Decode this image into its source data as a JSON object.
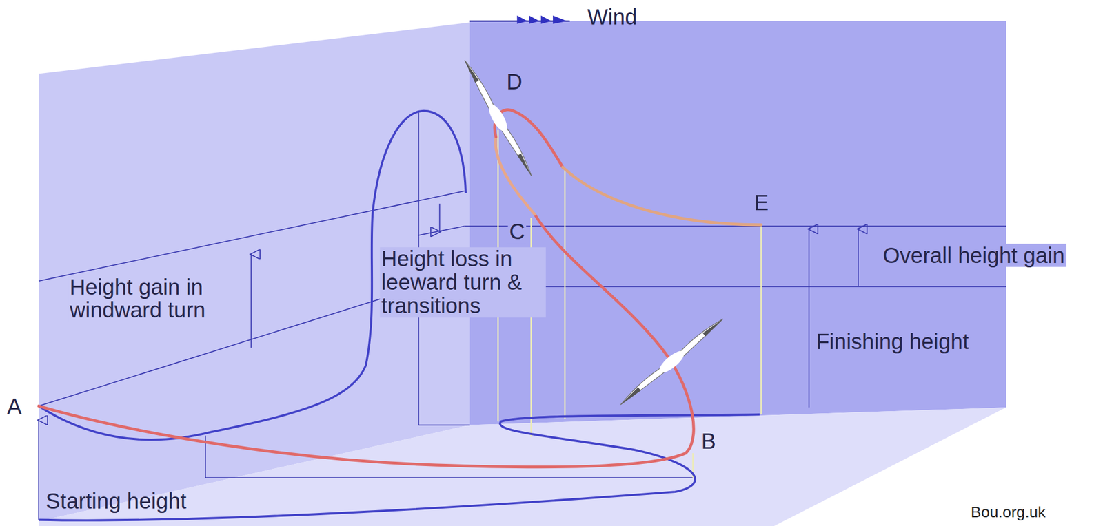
{
  "diagram": {
    "labels": [
      "Wind",
      "A",
      "B",
      "C",
      "D",
      "E",
      "Height gain in windward turn",
      "Height loss in leeward turn & transitions",
      "Overall height gain",
      "Finishing height",
      "Starting height",
      "Bou.org.uk"
    ]
  }
}
